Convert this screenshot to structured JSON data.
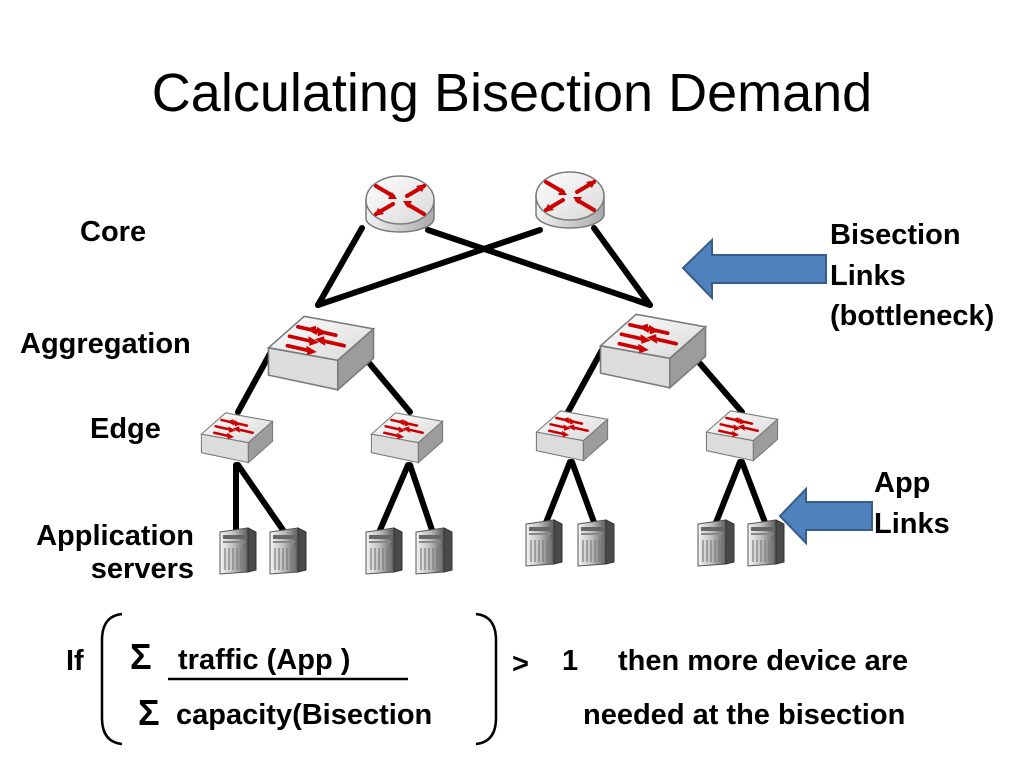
{
  "title": "Calculating Bisection Demand",
  "layers": {
    "core": "Core",
    "aggregation": "Aggregation",
    "edge": "Edge",
    "servers_line1": "Application",
    "servers_line2": "servers"
  },
  "callouts": {
    "bisection_line1": "Bisection",
    "bisection_line2": "Links",
    "bisection_line3": "(bottleneck)",
    "app_line1": "App",
    "app_line2": "Links"
  },
  "formula": {
    "if": "If",
    "sigma_top": "Σ",
    "numerator": "traffic (App )",
    "sigma_bottom": "Σ",
    "denominator": "capacity(Bisection",
    "operator": ">",
    "threshold": "1",
    "conclusion_line1": "then more device are",
    "conclusion_line2": "needed at the bisection"
  },
  "colors": {
    "arrow_fill": "#4f81bd",
    "arrow_stroke": "#385d8a",
    "device_arrow": "#cc0000",
    "link": "#000000"
  },
  "icons": {
    "core": "router-icon",
    "aggregation": "switch-icon",
    "edge": "switch-icon",
    "server": "server-icon"
  }
}
